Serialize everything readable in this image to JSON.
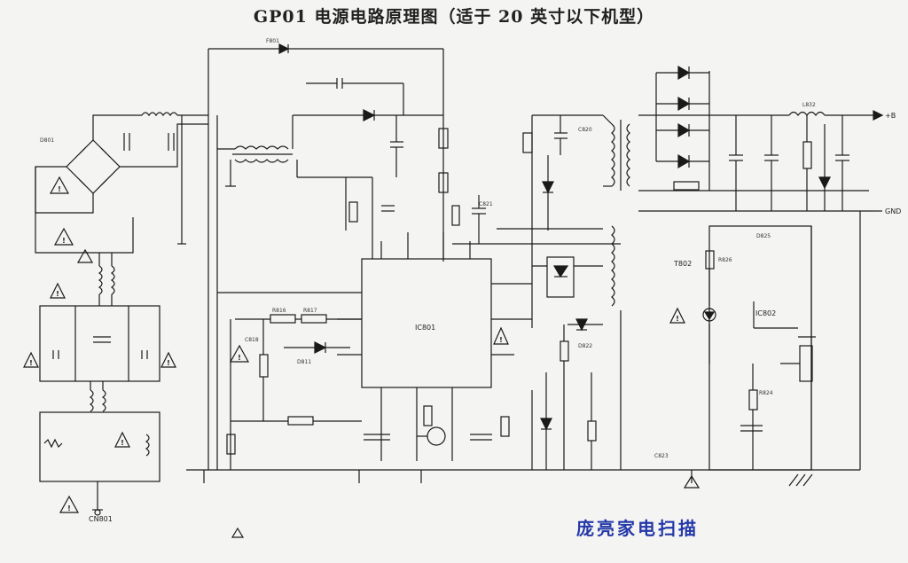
{
  "title": "GP01 电源电路原理图（适于 20 英寸以下机型）",
  "watermark": "庞亮家电扫描",
  "components": {
    "input_connector": "CN801",
    "ic_main": "IC801",
    "ic_opto": "IC802",
    "transformer_main": "T802",
    "output_plus": "+B",
    "output_gnd": "GND",
    "diode_d825": "D825",
    "diode_d822": "D822",
    "diode_d811": "D811",
    "resistor_r816": "R816",
    "resistor_r817": "R817",
    "resistor_r824": "R824",
    "resistor_r826": "R826",
    "capacitor_c818": "C818",
    "capacitor_c823": "C823",
    "capacitor_c820": "C820",
    "capacitor_c821": "C821",
    "filter_l832": "L832",
    "fuse_f801": "F801",
    "bridge_d801": "D801"
  },
  "colors": {
    "line": "#1a1a1a",
    "paper": "#f4f4f2",
    "watermark": "#2438a8"
  }
}
